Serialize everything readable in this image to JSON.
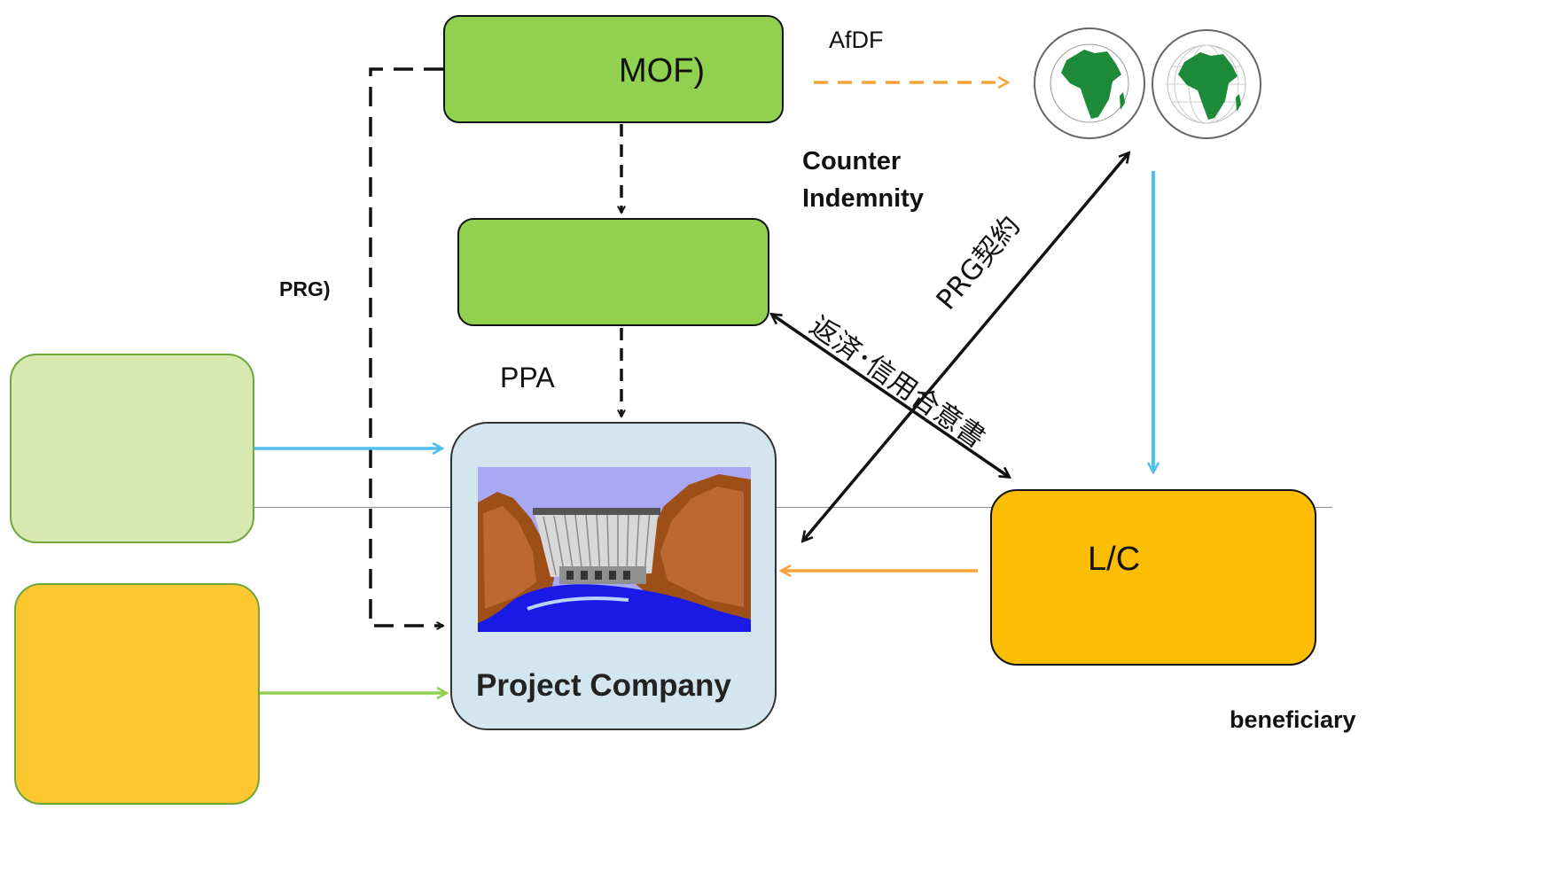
{
  "nodes": {
    "mof": {
      "label": "MOF)",
      "color": "#92d050"
    },
    "middle": {
      "label": "",
      "color": "#92d050"
    },
    "lender_left": {
      "label": "",
      "color": "#d7e8b0"
    },
    "equity_left": {
      "label": "",
      "color": "#fcc72f"
    },
    "project_company": {
      "label": "Project Company",
      "color": "#d3e5ef"
    },
    "lc_bank": {
      "label": "L/C",
      "color": "#fcbd05"
    }
  },
  "labels": {
    "afdf": "AfDF",
    "counter": "Counter",
    "indemnity": "Indemnity",
    "prg_left": "PRG)",
    "ppa": "PPA",
    "prg_contract": "PRG契約",
    "repay": "返済･信用合意書",
    "beneficiary": "beneficiary"
  },
  "logos": {
    "afdb": "African Development Bank emblem",
    "afdf": "African Development Fund emblem"
  },
  "colors": {
    "orange_arrow": "#f5a43a",
    "blue_arrow": "#4dbff0",
    "green_arrow": "#92d050",
    "black": "#111111",
    "africa": "#1d8a3a"
  }
}
